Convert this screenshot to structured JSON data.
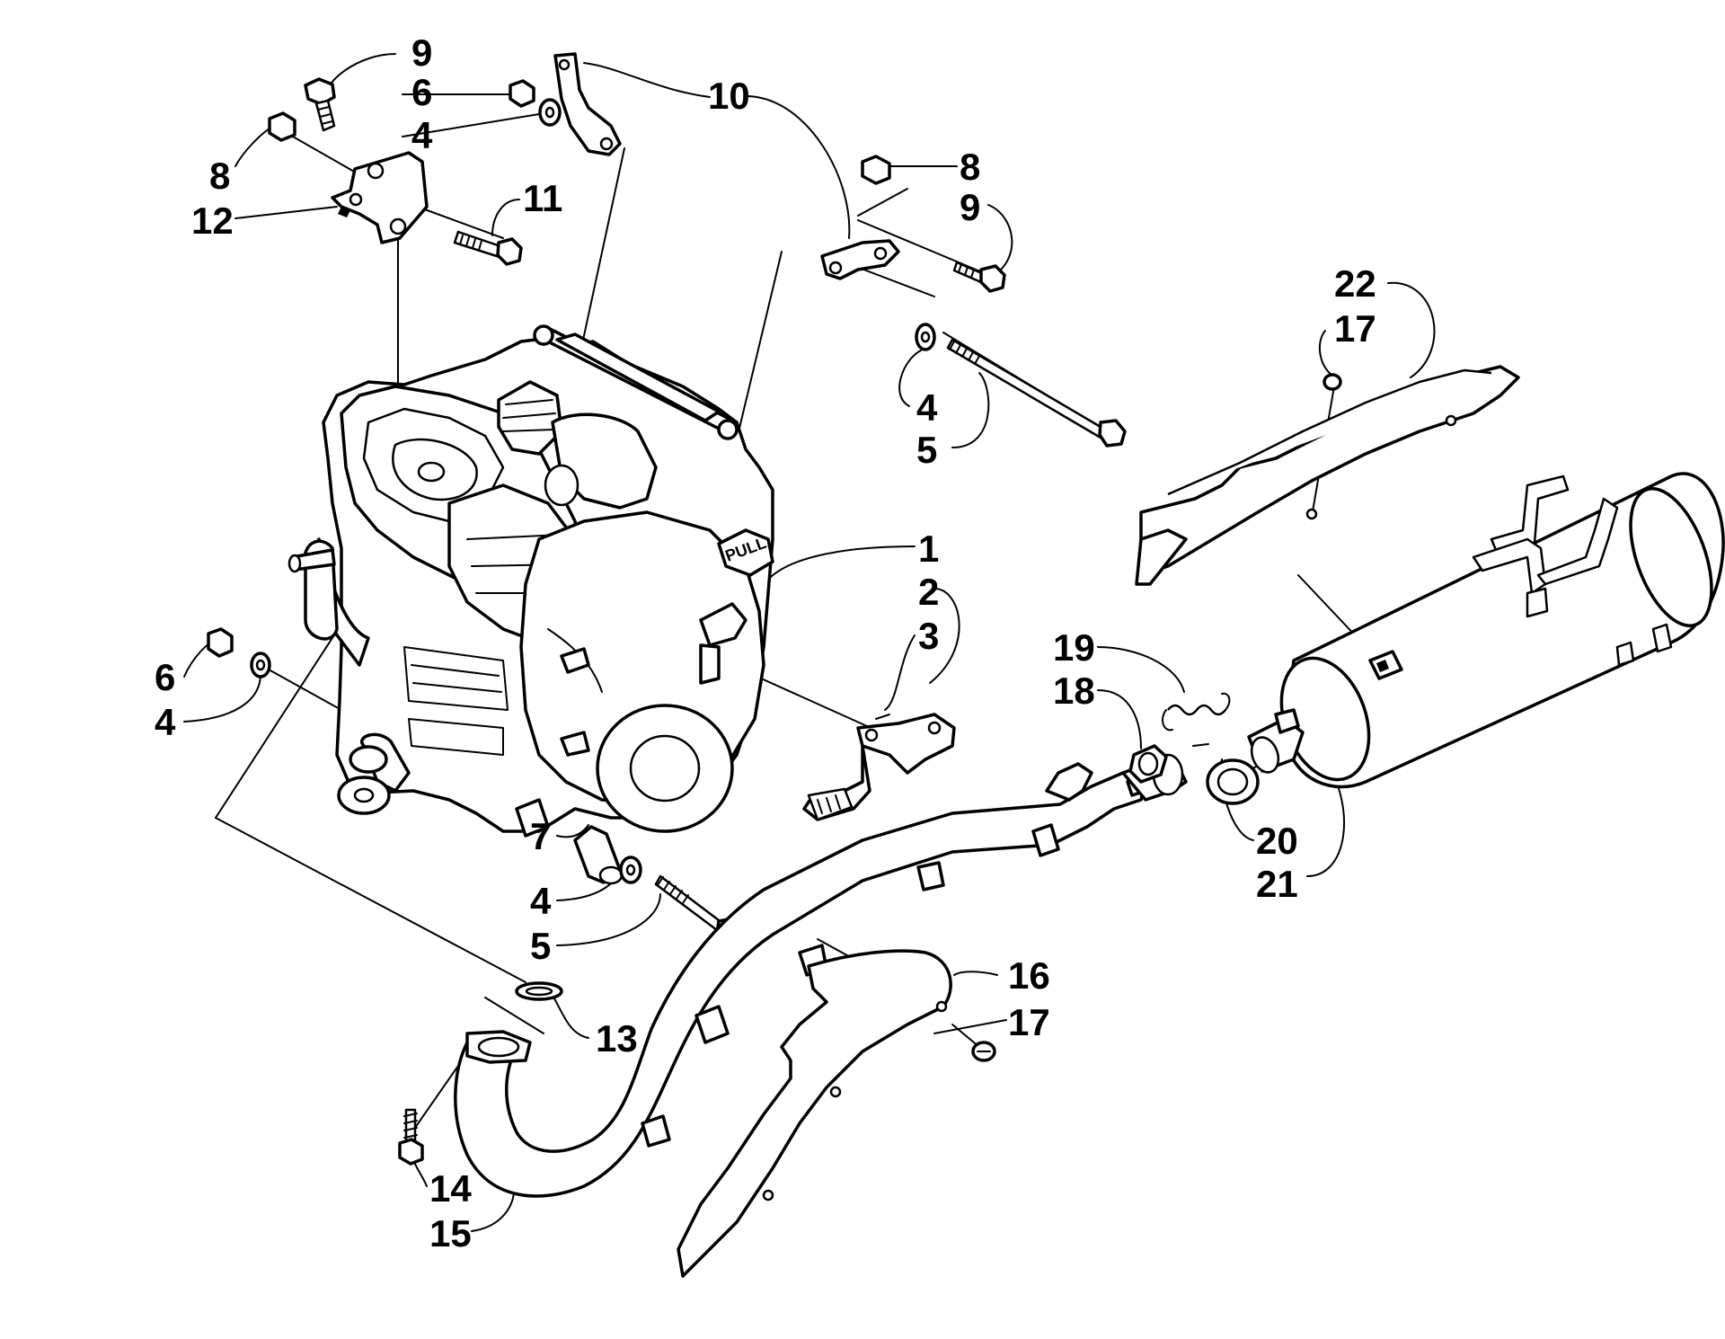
{
  "callouts": {
    "c1": "1",
    "c2": "2",
    "c3": "3",
    "c4a": "4",
    "c4b": "4",
    "c4c": "4",
    "c4d": "4",
    "c5a": "5",
    "c5b": "5",
    "c6a": "6",
    "c6b": "6",
    "c7": "7",
    "c8a": "8",
    "c8b": "8",
    "c9a": "9",
    "c9b": "9",
    "c10": "10",
    "c11": "11",
    "c12": "12",
    "c13": "13",
    "c14": "14",
    "c15": "15",
    "c16": "16",
    "c17a": "17",
    "c17b": "17",
    "c18": "18",
    "c19": "19",
    "c20": "20",
    "c21": "21",
    "c22": "22"
  },
  "engine": {
    "recoil_handle_text": "PULL"
  }
}
